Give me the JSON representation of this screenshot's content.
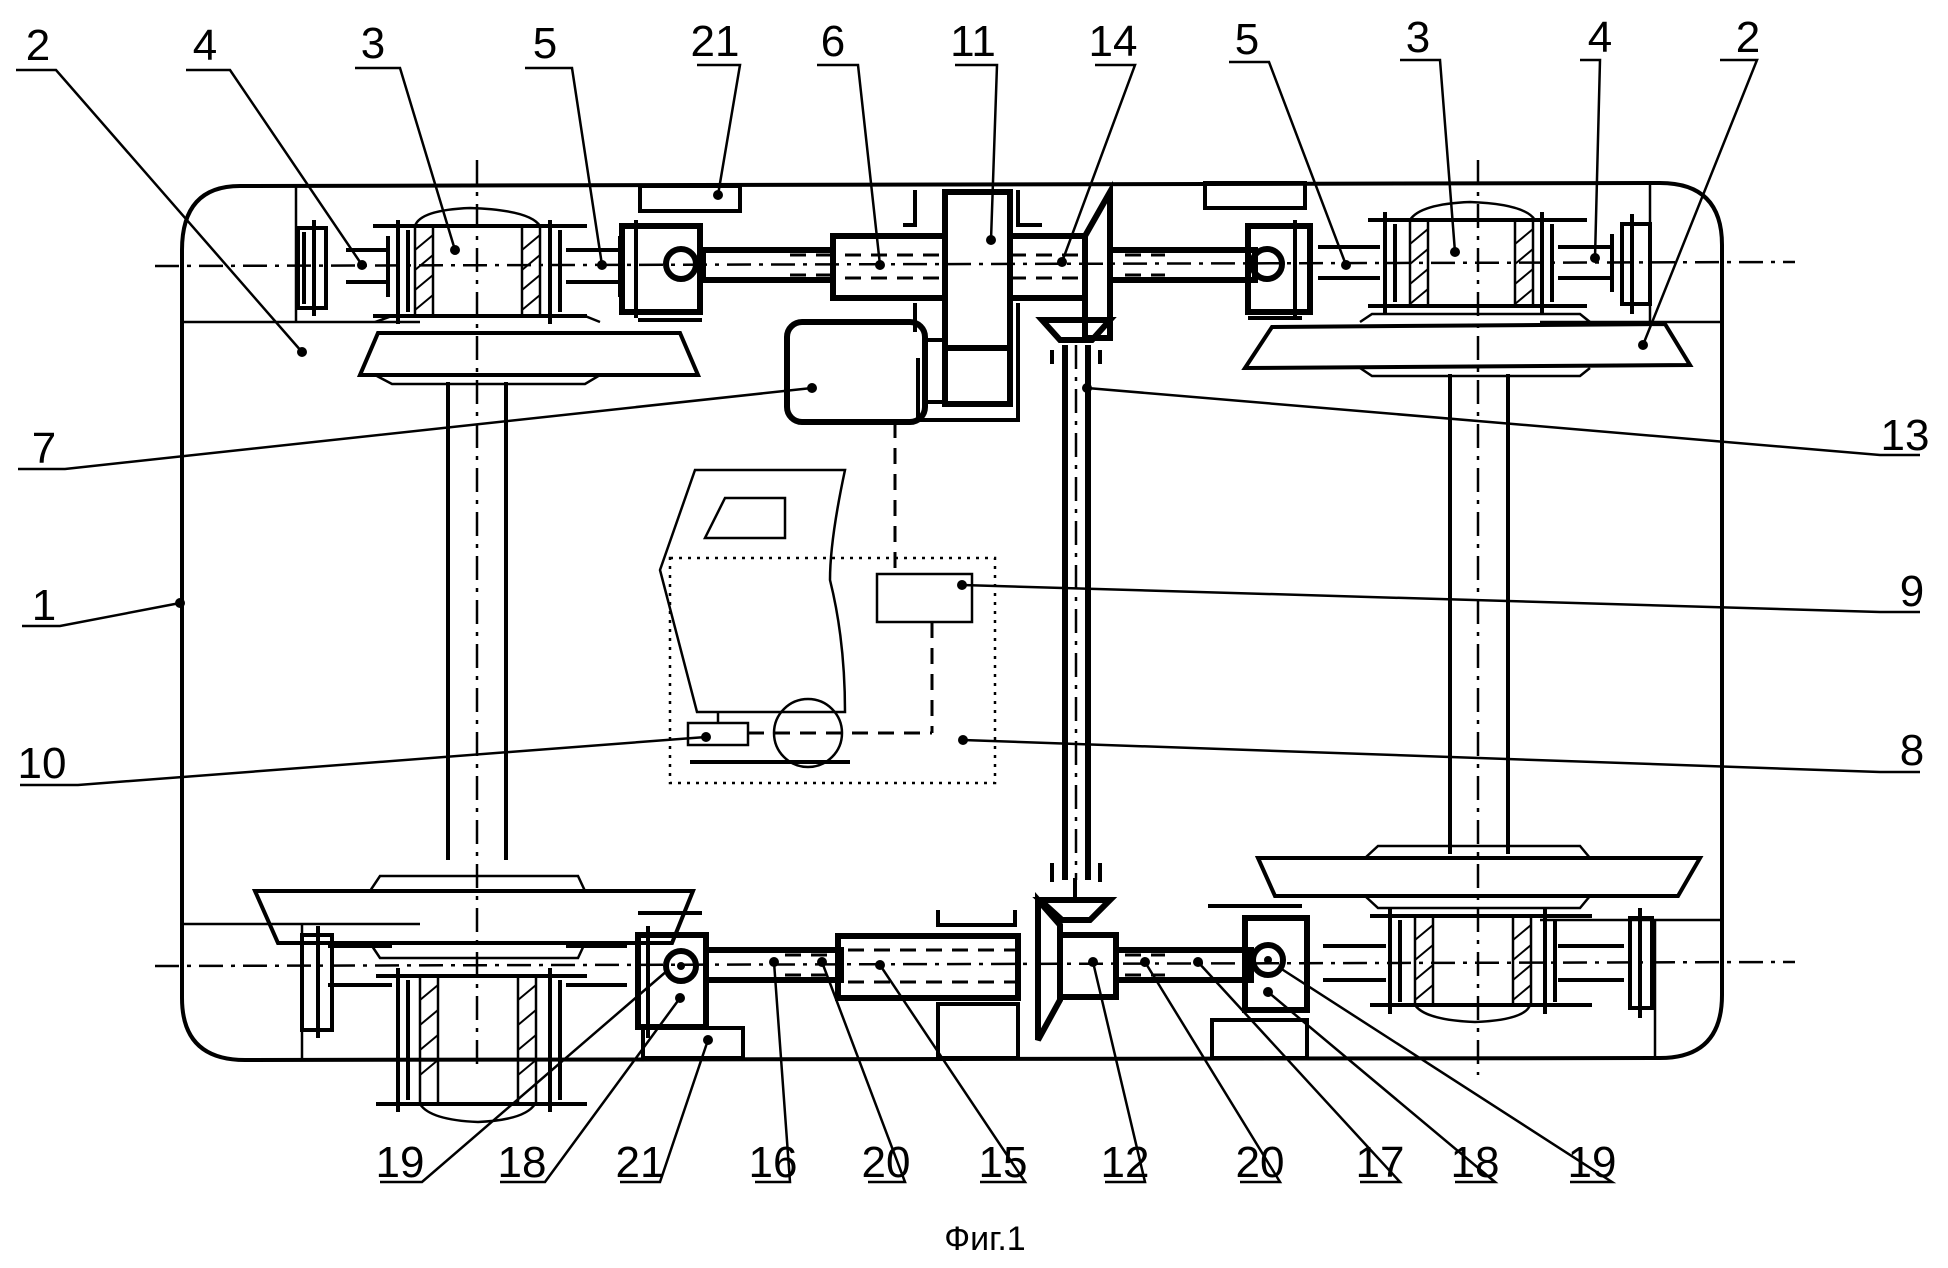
{
  "figure": {
    "caption": "Фиг.1",
    "colors": {
      "ink": "#000000",
      "paper": "#ffffff"
    }
  },
  "labels": {
    "top": [
      "2",
      "4",
      "3",
      "5",
      "21",
      "6",
      "11",
      "14",
      "5",
      "3",
      "4",
      "2"
    ],
    "left": [
      "7",
      "1",
      "10"
    ],
    "right": [
      "13",
      "9",
      "8"
    ],
    "bottom": [
      "19",
      "18",
      "21",
      "16",
      "20",
      "15",
      "12",
      "20",
      "17",
      "18",
      "19"
    ]
  }
}
